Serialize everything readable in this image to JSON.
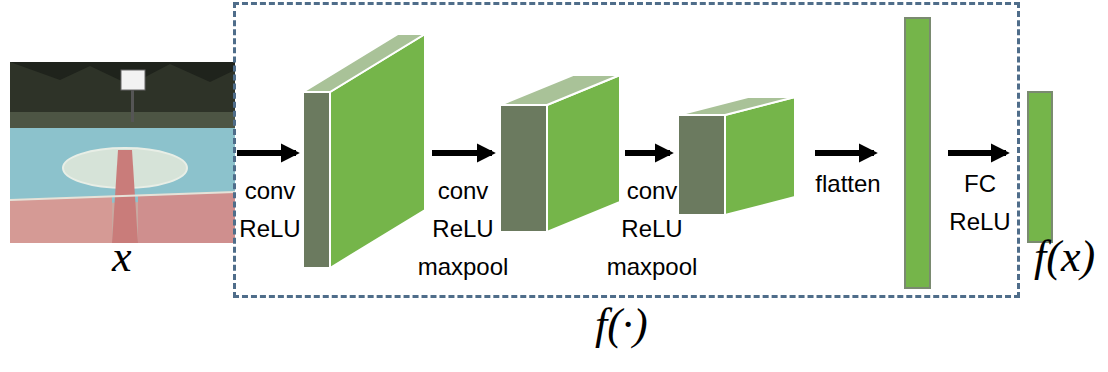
{
  "diagram": {
    "nodes": [
      {
        "text": [
          "f(·)"
        ]
      }
    ],
    "labels": [
      "x",
      "conv ReLU",
      "conv ReLU maxpool",
      "conv ReLU maxpool",
      "flatten",
      "FC ReLU",
      "f(x)"
    ]
  }
}
